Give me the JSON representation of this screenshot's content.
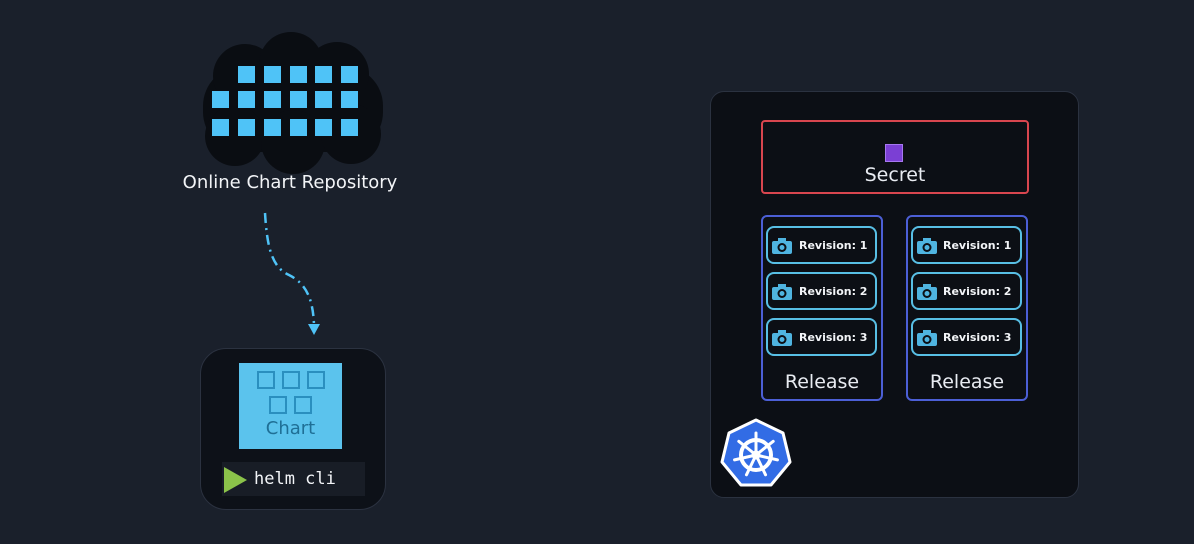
{
  "repository": {
    "label": "Online Chart Repository",
    "icon": "cloud-icon",
    "colors": {
      "cloud": "#0a0d12",
      "chart_squares": "#4fc3f7"
    }
  },
  "client": {
    "chart_label": "Chart",
    "cli_label": "helm cli",
    "icons": [
      "chart-icon",
      "play-icon"
    ],
    "colors": {
      "chart_tile": "#5bc3ed",
      "play": "#8bc34a"
    }
  },
  "cluster": {
    "icon": "kubernetes-icon",
    "secret": {
      "label": "Secret",
      "border_color": "#d9464f",
      "marker_color": "#7b3fd4"
    },
    "releases": [
      {
        "label": "Release",
        "revisions": [
          "Revision: 1",
          "Revision: 2",
          "Revision: 3"
        ]
      },
      {
        "label": "Release",
        "revisions": [
          "Revision: 1",
          "Revision: 2",
          "Revision: 3"
        ]
      }
    ],
    "colors": {
      "release_border": "#4c5fd6",
      "revision_border": "#58bfe5",
      "kubernetes": "#326ce5"
    }
  }
}
